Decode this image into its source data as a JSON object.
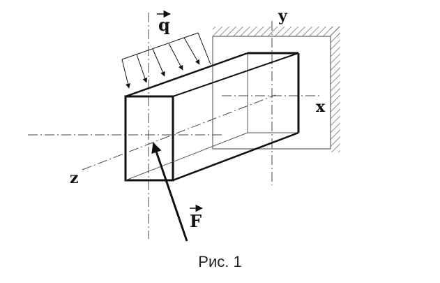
{
  "labels": {
    "y_axis": "y",
    "x_axis": "x",
    "z_axis": "z",
    "load_q": "q",
    "force_f": "F"
  },
  "caption": "Рис. 1",
  "colors": {
    "line": "#111111",
    "dash": "#444444",
    "hatch": "#555555",
    "wall": "#666666"
  }
}
